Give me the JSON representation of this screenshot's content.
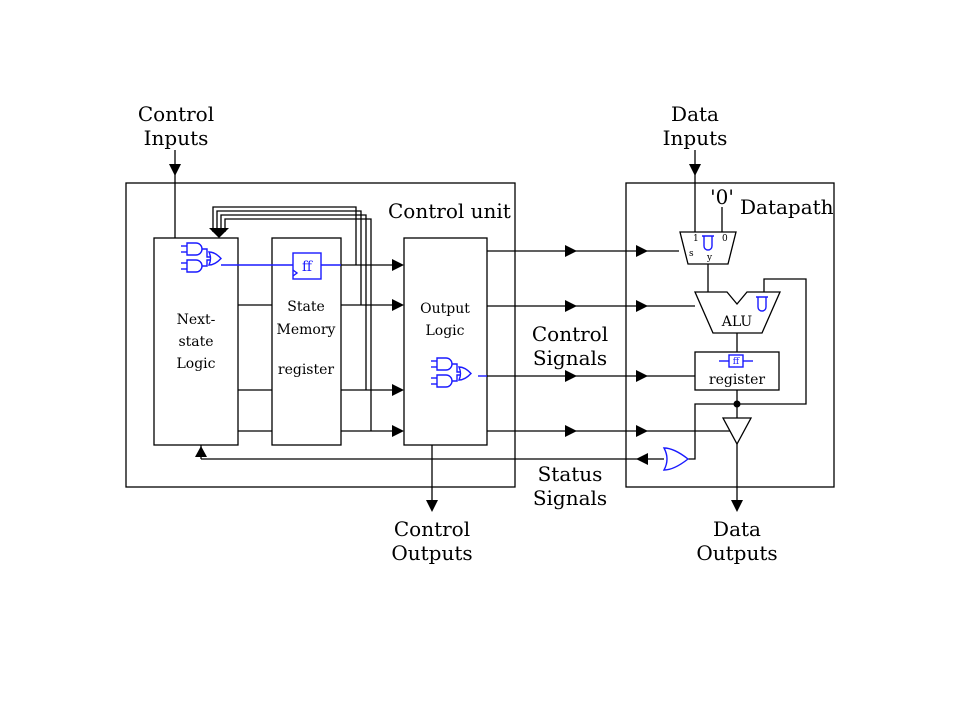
{
  "labels": {
    "control_inputs": [
      "Control",
      "Inputs"
    ],
    "data_inputs": [
      "Data",
      "Inputs"
    ],
    "control_unit": "Control unit",
    "datapath": "Datapath",
    "zero_const": "'0'",
    "next_state_logic": [
      "Next-",
      "state",
      "Logic"
    ],
    "state_memory": [
      "State",
      "Memory",
      "register"
    ],
    "ff": "ff",
    "output_logic": [
      "Output",
      "Logic"
    ],
    "control_signals": [
      "Control",
      "Signals"
    ],
    "status_signals": [
      "Status",
      "Signals"
    ],
    "control_outputs": [
      "Control",
      "Outputs"
    ],
    "data_outputs": [
      "Data",
      "Outputs"
    ],
    "alu": "ALU",
    "register": "register",
    "mux_pins": {
      "in1": "1",
      "in0": "0",
      "sel": "s",
      "out": "y"
    }
  },
  "colors": {
    "gate_color": "#1a1aff",
    "line_color": "#000000",
    "background": "#ffffff"
  },
  "icons": [
    "and-gate-icon",
    "or-gate-icon",
    "flip-flop-icon",
    "mux-icon",
    "alu-icon",
    "tristate-buffer-icon"
  ]
}
